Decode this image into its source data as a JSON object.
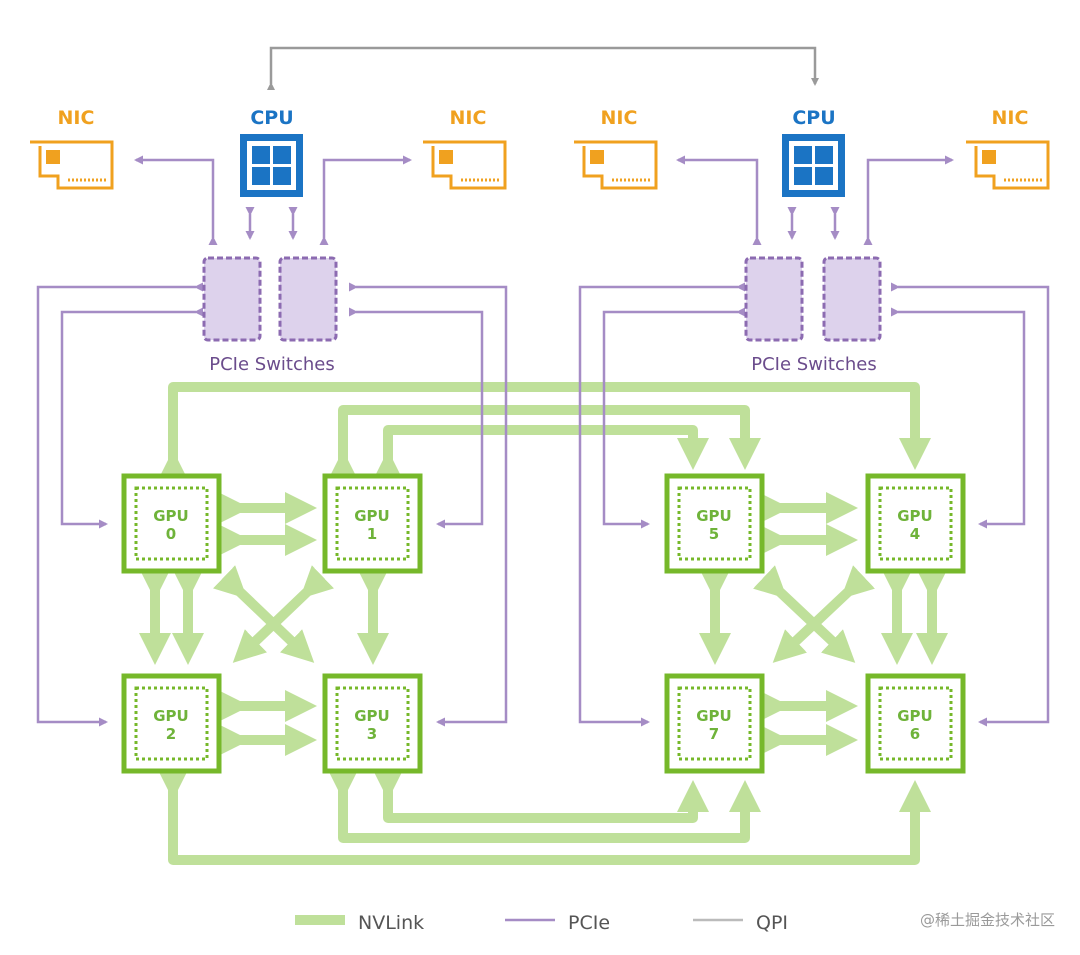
{
  "colors": {
    "nic": "#f0a11f",
    "cpu": "#1b74c4",
    "pcie": "#a58cc5",
    "switch_fill": "#ddd2ec",
    "switch_stroke": "#8c6bb1",
    "nvlink": "#bfe09a",
    "gpu": "#76b82a",
    "qpi": "#9a9a9a"
  },
  "left_node": {
    "nic_left": "NIC",
    "cpu": "CPU",
    "nic_right": "NIC",
    "switches": "PCIe Switches",
    "gpus": [
      {
        "gpu": "GPU",
        "id": "0"
      },
      {
        "gpu": "GPU",
        "id": "1"
      },
      {
        "gpu": "GPU",
        "id": "2"
      },
      {
        "gpu": "GPU",
        "id": "3"
      }
    ]
  },
  "right_node": {
    "nic_left": "NIC",
    "cpu": "CPU",
    "nic_right": "NIC",
    "switches": "PCIe Switches",
    "gpus": [
      {
        "gpu": "GPU",
        "id": "5"
      },
      {
        "gpu": "GPU",
        "id": "4"
      },
      {
        "gpu": "GPU",
        "id": "7"
      },
      {
        "gpu": "GPU",
        "id": "6"
      }
    ]
  },
  "legend": {
    "nvlink": "NVLink",
    "pcie": "PCIe",
    "qpi": "QPI"
  },
  "watermark": "@稀土掘金技术社区",
  "icons": {
    "nic": "network-card-icon",
    "cpu": "cpu-chip-icon",
    "switch": "pcie-switch-chip-icon",
    "gpu": "gpu-chip-icon"
  }
}
